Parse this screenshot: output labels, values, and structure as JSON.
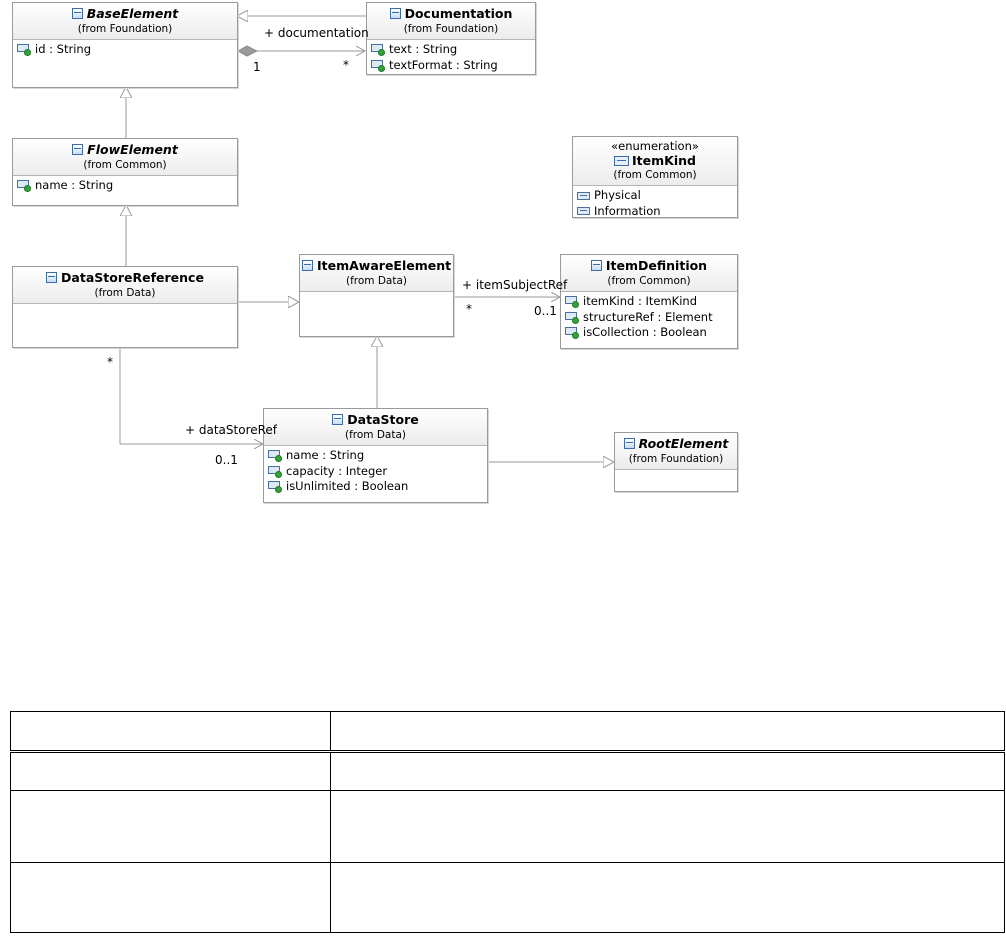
{
  "classes": {
    "base_element": {
      "name": "BaseElement",
      "from": "(from Foundation)",
      "attributes": [
        "id : String"
      ]
    },
    "documentation": {
      "name": "Documentation",
      "from": "(from Foundation)",
      "attributes": [
        "text : String",
        "textFormat : String"
      ]
    },
    "flow_element": {
      "name": "FlowElement",
      "from": "(from Common)",
      "attributes": [
        "name : String"
      ]
    },
    "item_kind": {
      "stereotype": "«enumeration»",
      "name": "ItemKind",
      "from": "(from Common)",
      "literals": [
        "Physical",
        "Information"
      ]
    },
    "data_store_reference": {
      "name": "DataStoreReference",
      "from": "(from Data)",
      "attributes": []
    },
    "item_aware_element": {
      "name": "ItemAwareElement",
      "from": "(from Data)",
      "attributes": []
    },
    "item_definition": {
      "name": "ItemDefinition",
      "from": "(from Common)",
      "attributes": [
        "itemKind : ItemKind",
        "structureRef : Element",
        "isCollection : Boolean"
      ]
    },
    "data_store": {
      "name": "DataStore",
      "from": "(from Data)",
      "attributes": [
        "name : String",
        "capacity : Integer",
        "isUnlimited : Boolean"
      ]
    },
    "root_element": {
      "name": "RootElement",
      "from": "(from Foundation)",
      "attributes": []
    }
  },
  "associations": {
    "documentation": {
      "role": "+ documentation",
      "source_mult": "1",
      "target_mult": "*"
    },
    "item_subject_ref": {
      "role": "+ itemSubjectRef",
      "source_mult": "*",
      "target_mult": "0..1"
    },
    "data_store_ref": {
      "role": "+ dataStoreRef",
      "source_mult": "*",
      "target_mult": "0..1"
    }
  },
  "table": {
    "header": [
      "",
      ""
    ],
    "rows": [
      [
        "",
        ""
      ],
      [
        "",
        ""
      ],
      [
        "",
        ""
      ]
    ]
  }
}
